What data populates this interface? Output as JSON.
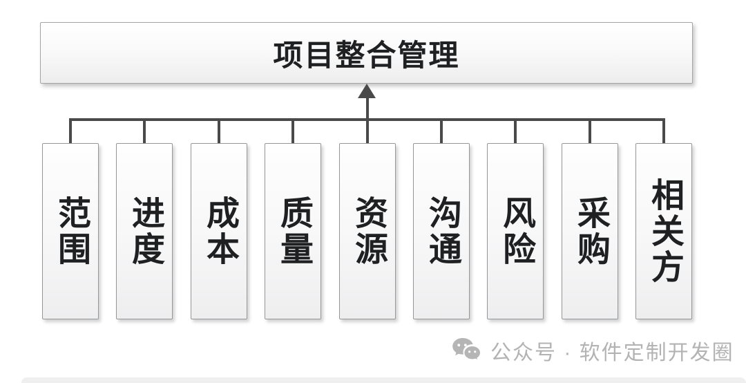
{
  "diagram": {
    "title": "项目整合管理",
    "children": [
      {
        "name": "scope",
        "label": "范围"
      },
      {
        "name": "schedule",
        "label": "进度"
      },
      {
        "name": "cost",
        "label": "成本"
      },
      {
        "name": "quality",
        "label": "质量"
      },
      {
        "name": "resource",
        "label": "资源"
      },
      {
        "name": "communication",
        "label": "沟通"
      },
      {
        "name": "risk",
        "label": "风险"
      },
      {
        "name": "procurement",
        "label": "采购"
      },
      {
        "name": "stakeholder",
        "label": "相关方"
      }
    ]
  },
  "watermark": {
    "icon": "wechat-icon",
    "text": "公众号 · 软件定制开发圈"
  },
  "colors": {
    "connector": "#4a4a4a",
    "node_border": "#94979a",
    "node_fill_top": "#ffffff",
    "node_fill_bottom": "#ededee",
    "text": "#1f2022",
    "watermark": "#b3b3b3",
    "background": "#ffffff"
  }
}
